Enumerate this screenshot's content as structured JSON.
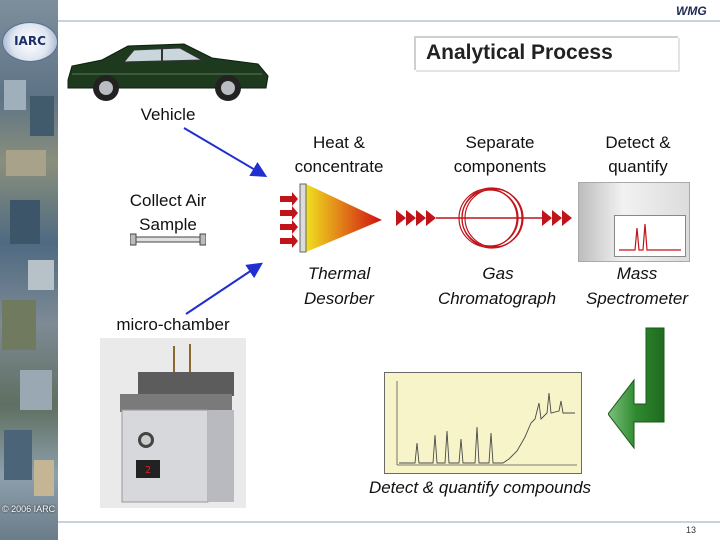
{
  "slide": {
    "title": "Analytical Process",
    "brand": "WMG",
    "logo": "IARC",
    "copyright": "© 2006 IARC",
    "page_number": "13"
  },
  "labels": {
    "vehicle": "Vehicle",
    "collect_air_1": "Collect Air",
    "collect_air_2": "Sample",
    "micro_chamber": "micro-chamber",
    "heat_1": "Heat &",
    "heat_2": "concentrate",
    "separate_1": "Separate",
    "separate_2": "components",
    "detect_1": "Detect &",
    "detect_2": "quantify",
    "thermal_1": "Thermal",
    "thermal_2": "Desorber",
    "gas_1": "Gas",
    "gas_2": "Chromatograph",
    "mass_1": "Mass",
    "mass_2": "Spectrometer",
    "detect_compounds": "Detect & quantify compounds"
  },
  "colors": {
    "arrow_blue": "#1f2fd0",
    "arrow_red": "#c0141a",
    "cone_start": "#f0e020",
    "cone_end": "#d01010",
    "car_green": "#1e3a1e",
    "big_arrow_green": "#2f8a2f"
  }
}
